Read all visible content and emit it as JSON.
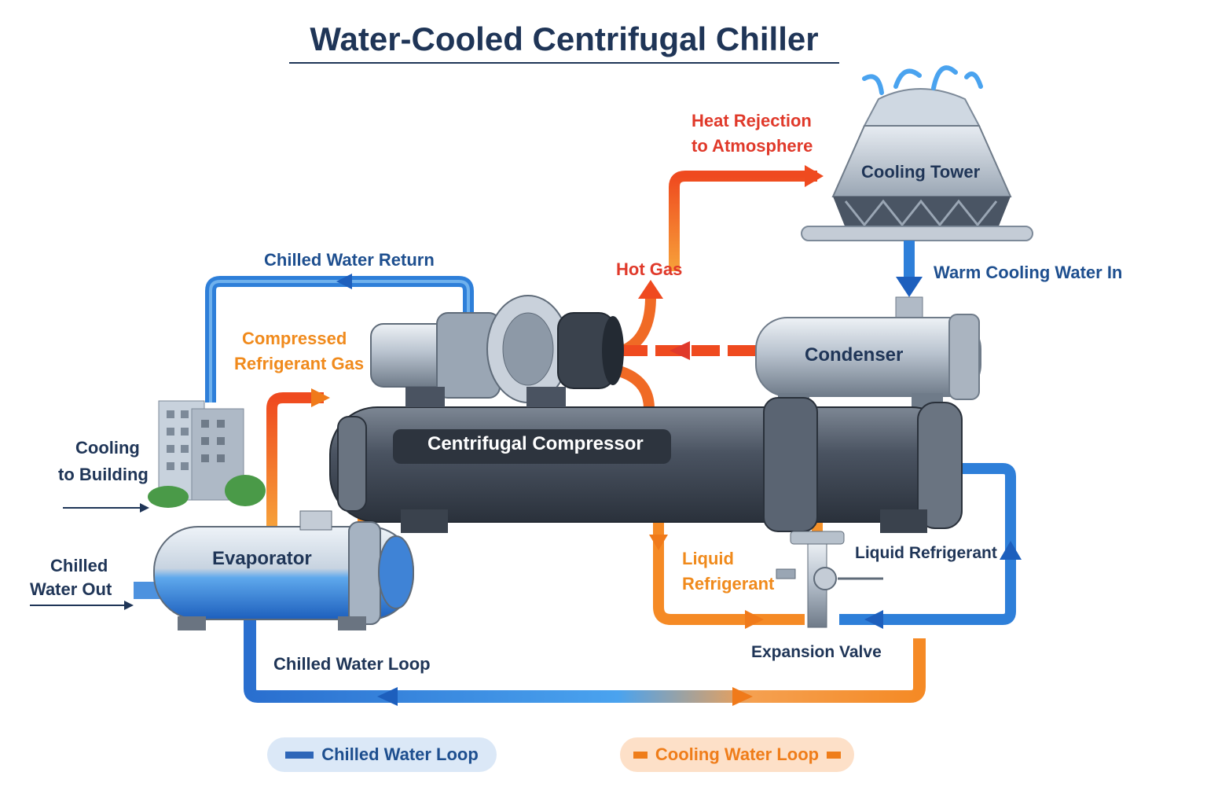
{
  "title": "Water-Cooled Centrifugal Chiller",
  "components": {
    "cooling_tower": "Cooling Tower",
    "condenser": "Condenser",
    "compressor": "Centrifugal Compressor",
    "evaporator": "Evaporator",
    "expansion_valve": "Expansion Valve"
  },
  "labels": {
    "heat_rejection_1": "Heat Rejection",
    "heat_rejection_2": "to Atmosphere",
    "hot_gas": "Hot Gas",
    "warm_cooling_water_in": "Warm Cooling Water In",
    "chilled_water_return": "Chilled Water Return",
    "compressed_gas_1": "Compressed",
    "compressed_gas_2": "Refrigerant Gas",
    "cooling_to_building_1": "Cooling",
    "cooling_to_building_2": "to Building",
    "chilled_water_out_1": "Chilled",
    "chilled_water_out_2": "Water Out",
    "liquid_refrigerant_left_1": "Liquid",
    "liquid_refrigerant_left_2": "Refrigerant",
    "liquid_refrigerant_right": "Liquid Refrigerant",
    "chilled_water_loop": "Chilled Water Loop"
  },
  "legend": {
    "chilled": "Chilled Water Loop",
    "cooling": "Cooling Water Loop"
  },
  "colors": {
    "chilled_water": "#2e7fd9",
    "cooling_water_hot": "#f0521f",
    "cooling_water": "#f5922a",
    "title": "#1f3557"
  }
}
